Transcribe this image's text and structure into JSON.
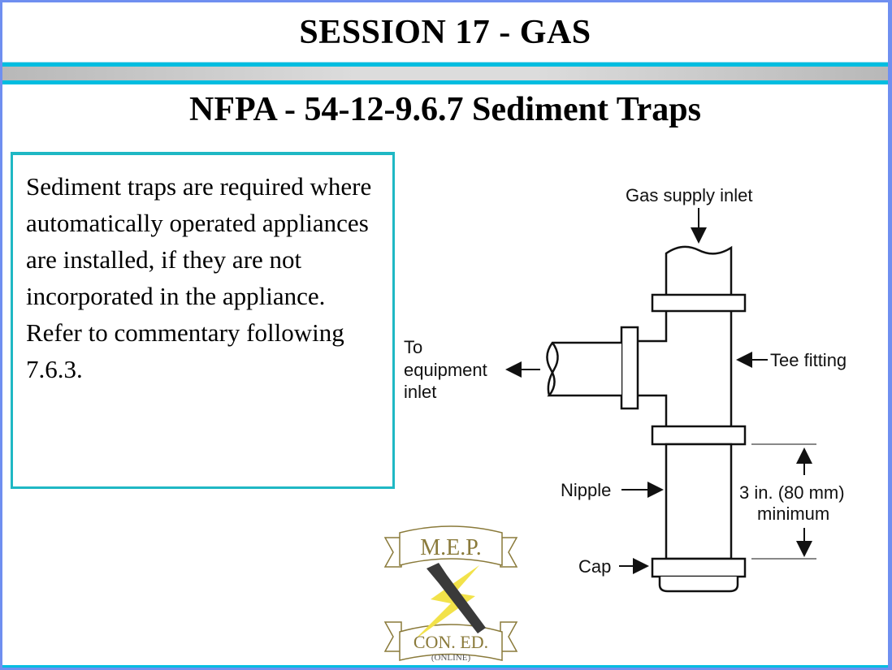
{
  "header": {
    "title": "SESSION 17 - GAS"
  },
  "slide": {
    "subtitle": "NFPA - 54-12-9.6.7 Sediment Traps",
    "body": "Sediment traps are required where automatically operated appliances are installed, if they are not incorporated in the appliance. Refer to commentary following 7.6.3."
  },
  "diagram": {
    "gas_supply": "Gas supply inlet",
    "to_equipment": [
      "To",
      "equipment",
      "inlet"
    ],
    "tee": "Tee fitting",
    "nipple": "Nipple",
    "dimension": "3 in. (80 mm)",
    "minimum": "minimum",
    "cap": "Cap"
  },
  "logo": {
    "top": "M.E.P.",
    "bottom": "CON. ED.",
    "sub": "(ONLINE)"
  },
  "colors": {
    "frame": "#6f8ff0",
    "accent": "#00bde0",
    "box_border": "#1fb8c4"
  }
}
